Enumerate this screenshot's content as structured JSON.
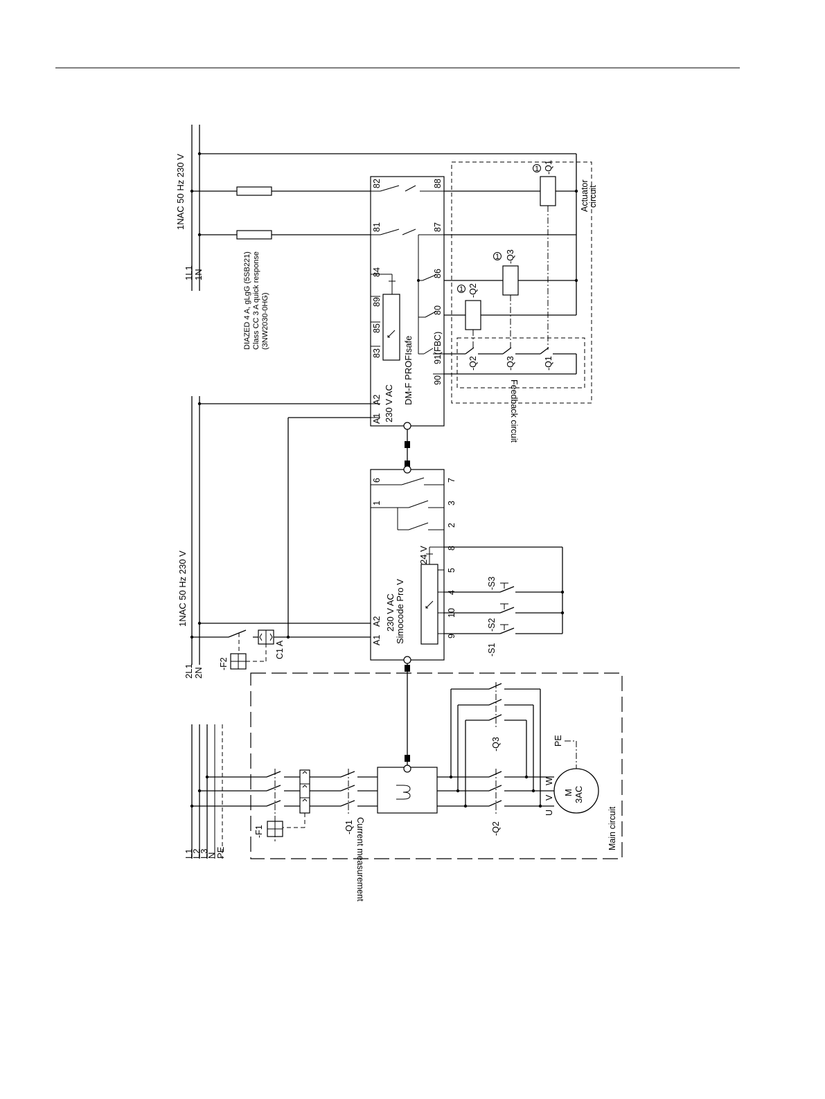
{
  "supply": {
    "top_label": "1NAC 50 Hz 230 V",
    "top_l1": "1L1",
    "top_n": "1N",
    "mid_label": "1NAC 50 Hz 230 V",
    "mid_l1": "2L1",
    "mid_n": "2N",
    "main_l1": "L1",
    "main_l2": "L2",
    "main_l3": "L3",
    "main_n": "N",
    "main_pe": "PE"
  },
  "fuse_note": {
    "line1": "DIAZED 4 A, gLgG (5SB221)",
    "line2": "Class CC 3 A quick response",
    "line3": "(3NW2030-0HG)"
  },
  "dm_module": {
    "name": "DM-F PROFIsafe",
    "voltage": "230 V AC",
    "t_a1": "A1",
    "t_a2": "A2",
    "t_83": "83",
    "t_85": "85",
    "t_89": "89",
    "t_84": "84",
    "t_81": "81",
    "t_82": "82",
    "t_90": "90",
    "t_91": "91(FBC)",
    "t_80": "80",
    "t_86": "86",
    "t_87": "87",
    "t_88": "88"
  },
  "simocode": {
    "name": "Simocode Pro V",
    "voltage": "230 V AC",
    "dc": "24 V",
    "t_a1": "A1",
    "t_a2": "A2",
    "t_1": "1",
    "t_6": "6",
    "t_9": "9",
    "t_10": "10",
    "t_4": "4",
    "t_5": "5",
    "t_8": "8",
    "t_2": "2",
    "t_3": "3",
    "t_7": "7"
  },
  "devices": {
    "f1": "-F1",
    "f2": "-F2",
    "c1a": "C1 A",
    "q1": "-Q1",
    "q2": "-Q2",
    "q3": "-Q3",
    "s1": "-S1",
    "s2": "-S2",
    "s3": "-S3",
    "fb_q1": "-Q1",
    "fb_q2": "-Q2",
    "fb_q3": "-Q3",
    "coil_q1": "-Q1",
    "coil_q2": "-Q2",
    "coil_q3": "-Q3",
    "note_mark": "1",
    "current_measurement": "Current measurement",
    "motor_m": "M",
    "motor_3ac": "3AC",
    "motor_u": "U",
    "motor_v": "V",
    "motor_w": "W",
    "pe": "PE"
  },
  "regions": {
    "actuator_1": "Actuator",
    "actuator_2": "circuit",
    "feedback": "Feedback circuit",
    "main": "Main circuit"
  }
}
